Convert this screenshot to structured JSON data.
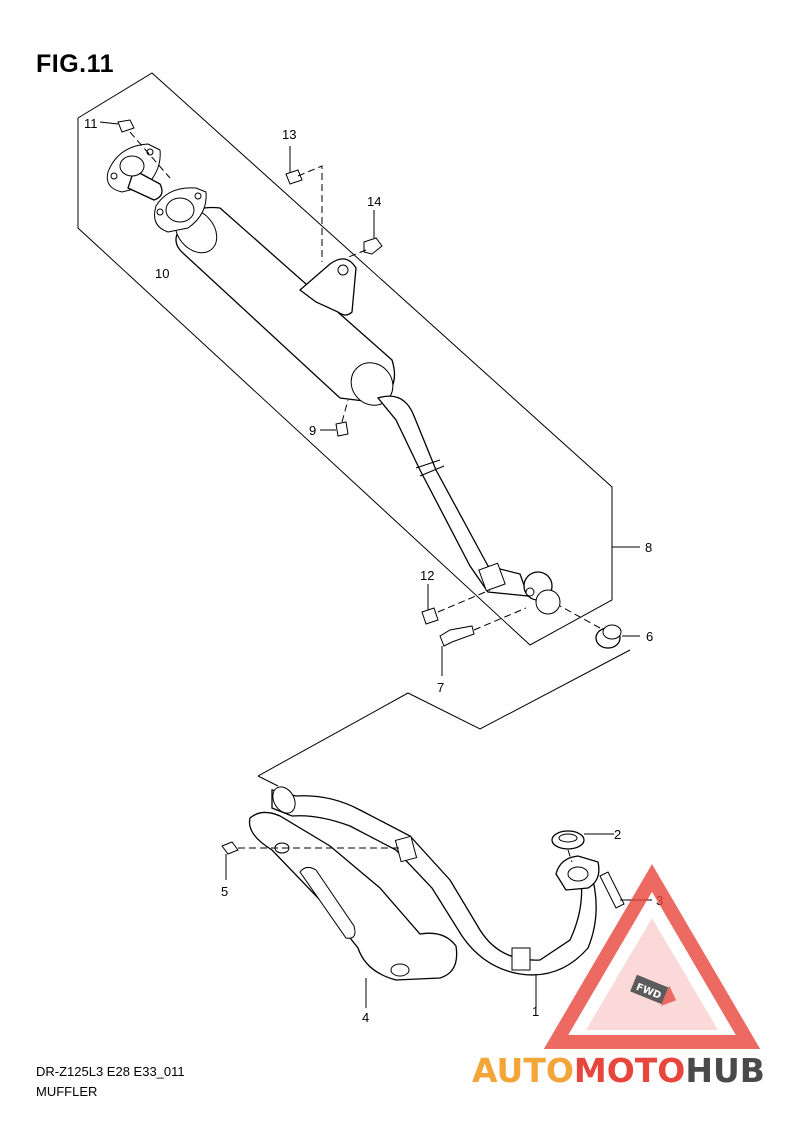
{
  "figure": {
    "title": "FIG.11"
  },
  "callouts": [
    "1",
    "2",
    "3",
    "4",
    "5",
    "6",
    "7",
    "8",
    "9",
    "10",
    "11",
    "12",
    "13",
    "14"
  ],
  "caption": {
    "model": "DR-Z125L3 E28 E33_011",
    "name": "MUFFLER"
  },
  "watermark": {
    "part1": "AUTO",
    "part2": "MOTO",
    "part3": "HUB",
    "badge": "FWD"
  },
  "colors": {
    "accent_red": "#e8453c",
    "accent_orange": "#f4a53a",
    "accent_gray": "#4a4a4a"
  }
}
